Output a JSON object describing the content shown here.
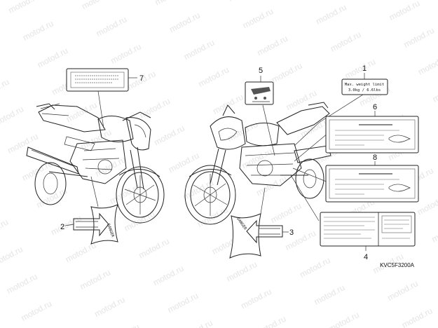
{
  "watermark": {
    "text": "motod.ru"
  },
  "diagram": {
    "callouts": [
      {
        "id": "callout-1",
        "text": "1"
      },
      {
        "id": "callout-2",
        "text": "2"
      },
      {
        "id": "callout-3",
        "text": "3"
      },
      {
        "id": "callout-4",
        "text": "4"
      },
      {
        "id": "callout-5",
        "text": "5"
      },
      {
        "id": "callout-6",
        "text": "6"
      },
      {
        "id": "callout-7",
        "text": "7"
      },
      {
        "id": "callout-8",
        "text": "8"
      }
    ],
    "label1": {
      "line1": "Max. weight limit",
      "line2": "3.0kg / 6.6lbs"
    },
    "label2_text": "DANGER",
    "label3_text": "DANGER",
    "figure_code": "KVC5F3200A"
  }
}
